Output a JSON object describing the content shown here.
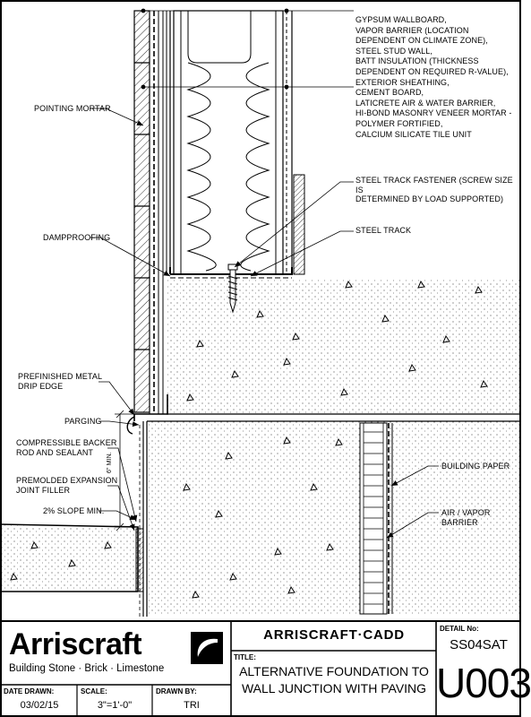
{
  "callouts": {
    "pointing_mortar": "POINTING MORTAR",
    "dampproofing": "DAMPPROOFING",
    "drip_edge": "PREFINISHED METAL\nDRIP EDGE",
    "parging": "PARGING",
    "backer_rod": "COMPRESSIBLE BACKER\nROD AND SEALANT",
    "expansion_filler": "PREMOLDED EXPANSION\nJOINT FILLER",
    "slope": "2% SLOPE MIN.",
    "wall_layers": "GYPSUM WALLBOARD,\nVAPOR BARRIER (LOCATION\nDEPENDENT ON CLIMATE ZONE),\nSTEEL STUD WALL,\nBATT INSULATION (THICKNESS\nDEPENDENT ON REQUIRED R-VALUE),\nEXTERIOR SHEATHING,\nCEMENT BOARD,\nLATICRETE AIR & WATER BARRIER,\nHI-BOND MASONRY VENEER MORTAR -\nPOLYMER FORTIFIED,\nCALCIUM SILICATE TILE UNIT",
    "track_fastener": "STEEL TRACK FASTENER (SCREW SIZE IS\nDETERMINED BY LOAD SUPPORTED)",
    "steel_track": "STEEL TRACK",
    "building_paper": "BUILDING PAPER",
    "air_vapor_barrier": "AIR / VAPOR\nBARRIER",
    "dimension": "6\" MIN."
  },
  "title_block": {
    "logo_name": "Arriscraft",
    "logo_tagline": "Building Stone · Brick · Limestone",
    "cadd_header": "ARRISCRAFT·CADD",
    "title_label": "TITLE:",
    "title_line1": "ALTERNATIVE FOUNDATION TO",
    "title_line2": "WALL JUNCTION WITH PAVING",
    "detail_no_label": "DETAIL No:",
    "detail_code": "SS04SAT",
    "detail_number": "U003",
    "date_label": "DATE DRAWN:",
    "date_value": "03/02/15",
    "scale_label": "SCALE:",
    "scale_value": "3\"=1'-0\"",
    "drawn_label": "DRAWN BY:",
    "drawn_value": "TRI"
  },
  "colors": {
    "ink": "#000000",
    "paper": "#ffffff"
  },
  "icons": {
    "logo_mark": "swoosh-square-icon"
  }
}
